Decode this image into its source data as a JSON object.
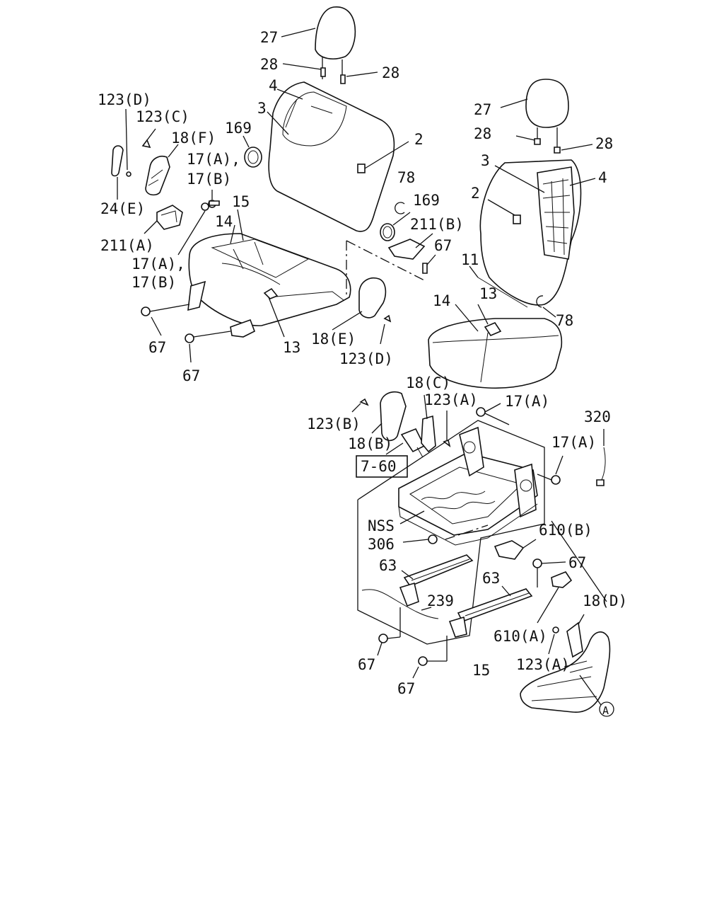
{
  "diagram": {
    "labels": {
      "l27a": "27",
      "l28a": "28",
      "l28b": "28",
      "l4a": "4",
      "l3a": "3",
      "l169a": "169",
      "l2a": "2",
      "l123d1": "123(D)",
      "l123c": "123(C)",
      "l18f": "18(F)",
      "l17a1": "17(A),",
      "l17b1": "17(B)",
      "l15a": "15",
      "l14a": "14",
      "l24e": "24(E)",
      "l211a": "211(A)",
      "l17a2": "17(A),",
      "l17b2": "17(B)",
      "l78a": "78",
      "l169b": "169",
      "l211b": "211(B)",
      "l67a": "67",
      "l67b": "67",
      "l67c": "67",
      "l13a": "13",
      "l18e": "18(E)",
      "l123d2": "123(D)",
      "l27b": "27",
      "l28c": "28",
      "l28d": "28",
      "l3b": "3",
      "l4b": "4",
      "l2b": "2",
      "l11": "11",
      "l78b": "78",
      "l13b": "13",
      "l14b": "14",
      "l18c": "18(C)",
      "l123a1": "123(A)",
      "l17a3": "17(A)",
      "l123b": "123(B)",
      "l18b": "18(B)",
      "l760": "7-60",
      "l320": "320",
      "l17a4": "17(A)",
      "lnss": "NSS",
      "l306": "306",
      "l610b": "610(B)",
      "l63a": "63",
      "l67d": "67",
      "l63b": "63",
      "l239": "239",
      "l18d": "18(D)",
      "l610a": "610(A)",
      "l67e": "67",
      "l123a2": "123(A)",
      "l67f": "67",
      "l15b": "15",
      "lA": "A"
    }
  }
}
